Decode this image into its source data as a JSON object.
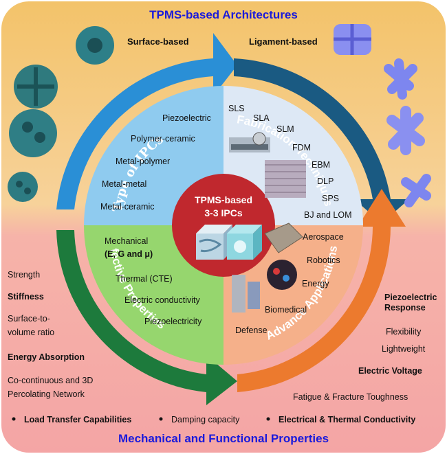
{
  "title_top": "TPMS-based Architectures",
  "title_bottom": "Mechanical and Functional Properties",
  "surface_based": "Surface-based",
  "ligament_based": "Ligament-based",
  "center": {
    "line1": "TPMS-based",
    "line2": "3-3 IPCs"
  },
  "arcs": {
    "type": "Type of IPCs",
    "fabrication": "Fabrication Techniques",
    "effective": "Effective Properties",
    "applications": "Advance Applications"
  },
  "ipc_types": [
    "Piezoelectric",
    "Polymer-ceramic",
    "Metal-polymer",
    "Metal-metal",
    "Metal-ceramic"
  ],
  "fabrication_list": [
    "SLS",
    "SLA",
    "SLM",
    "FDM",
    "EBM",
    "DLP",
    "SPS",
    "BJ and LOM"
  ],
  "effective_list": {
    "mechanical": "Mechanical",
    "mechanical_sub": "(E, G and μ)",
    "thermal": "Thermal (CTE)",
    "electric": "Electric conductivity",
    "piezo": "Piezoelectricity"
  },
  "applications_list": [
    "Aerospace",
    "Robotics",
    "Energy",
    "Biomedical",
    "Defense"
  ],
  "left_props": {
    "strength": "Strength",
    "stiffness": "Stiffness",
    "surface1": "Surface-to-",
    "surface2": "volume ratio",
    "energy": "Energy Absorption",
    "cocont1": "Co-continuous and 3D",
    "cocont2": "Percolating Network"
  },
  "right_props": {
    "piezo1": "Piezoelectric",
    "piezo2": "Response",
    "flex": "Flexibility",
    "light": "Lightweight",
    "voltage": "Electric Voltage",
    "fatigue": "Fatigue & Fracture Toughness"
  },
  "bullets": {
    "load": "Load Transfer Capabilities",
    "damping": "Damping capacity",
    "electrical": "Electrical & Thermal Conductivity"
  },
  "colors": {
    "top_bg": "#f7c766",
    "bottom_bg": "#f7a0a0",
    "blue_arrow": "#2a8fd6",
    "navy_arrow": "#1a5a82",
    "green_arrow": "#1d7a3c",
    "orange_arrow": "#ec7a2e",
    "q_blue": "#8fcbef",
    "q_lightblue": "#dde8f5",
    "q_green": "#96d66e",
    "q_orange": "#f5b08a",
    "center_red": "#c0282e",
    "header_text": "#1a1adb"
  }
}
